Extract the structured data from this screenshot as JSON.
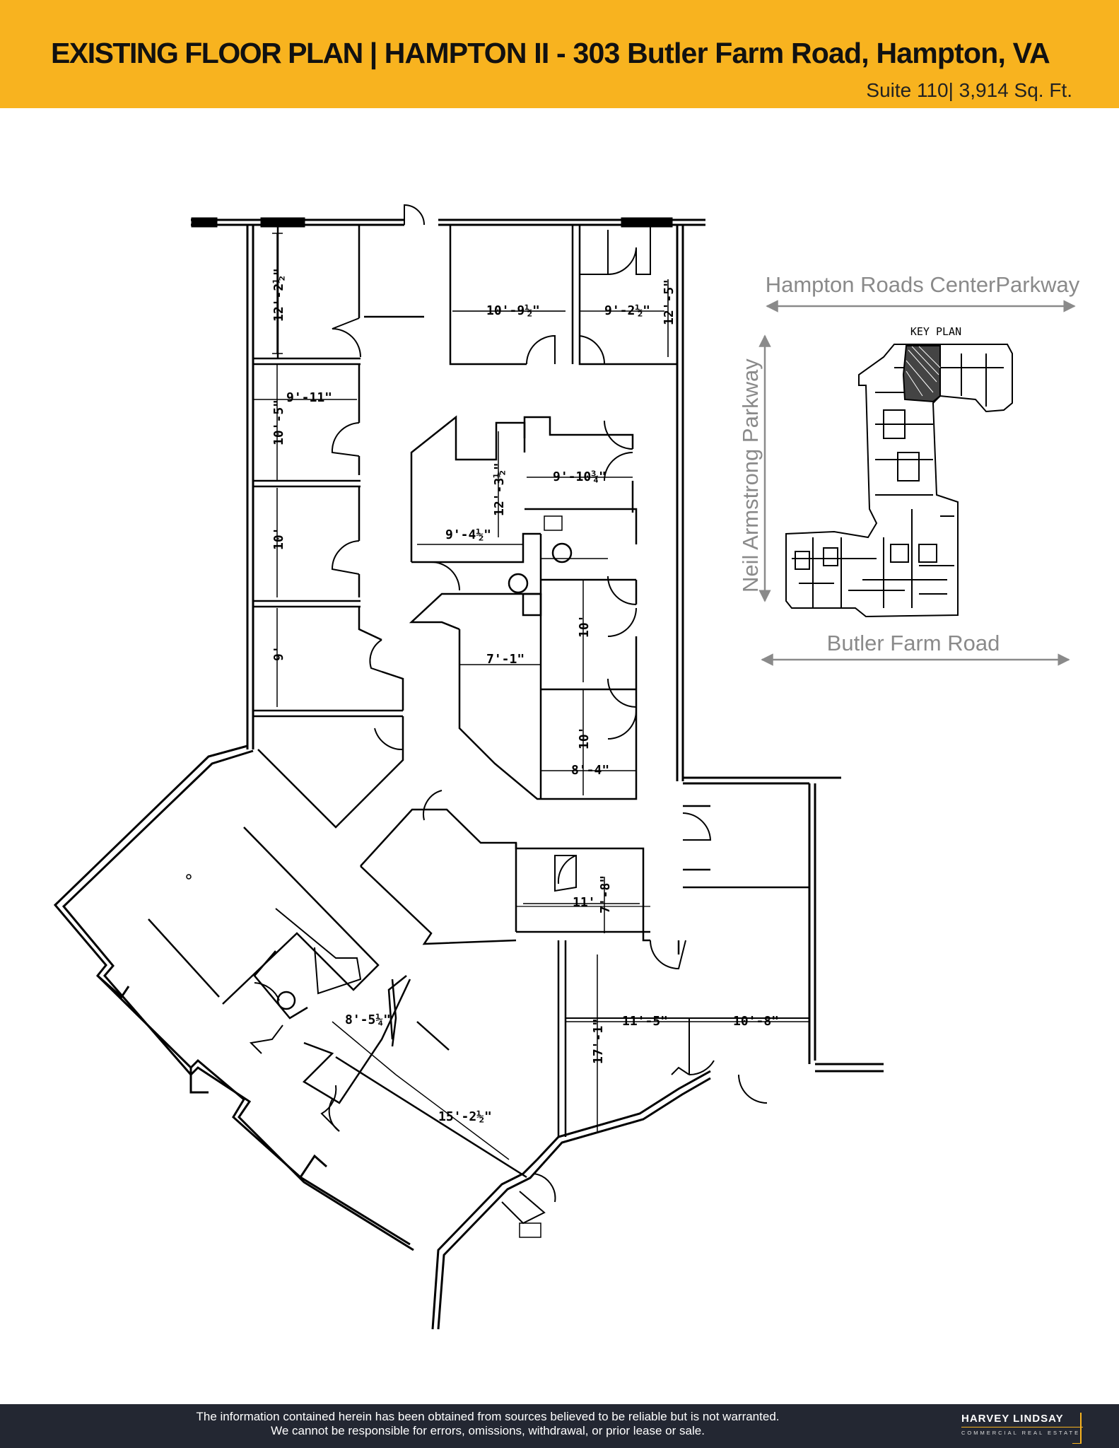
{
  "header": {
    "title": "EXISTING FLOOR PLAN",
    "separator": "|",
    "subtitle": "HAMPTON II - 303 Butler Farm Road, Hampton, VA",
    "suite_info": "Suite 110| 3,914 Sq. Ft."
  },
  "key_plan": {
    "label": "KEY PLAN",
    "road_north": "Hampton Roads CenterParkway",
    "road_west": "Neil Armstrong Parkway",
    "road_south": "Butler Farm Road"
  },
  "dimensions": [
    "12'-2½\"",
    "9'-11\"",
    "10'-5\"",
    "10'",
    "9'",
    "10'-9½\"",
    "9'-2½\"",
    "12'-5\"",
    "12'-3½\"",
    "9'-10¾\"",
    "9'-4½\"",
    "10'",
    "7'-1\"",
    "10'",
    "8'-4\"",
    "11'",
    "7'-8\"",
    "8'-5¼\"",
    "11'-5\"",
    "10'-8\"",
    "17'-1\"",
    "15'-2½\""
  ],
  "footer": {
    "disclaimer_line1": "The information contained herein has been obtained from sources believed to be reliable but is not warranted.",
    "disclaimer_line2": "We cannot be responsible for errors, omissions, withdrawal, or prior lease or sale.",
    "brand_name": "HARVEY LINDSAY",
    "brand_tagline": "COMMERCIAL REAL ESTATE"
  },
  "colors": {
    "header_bg": "#f8b31f",
    "footer_bg": "#232732",
    "wall": "#000000",
    "road_label": "#8a8a8a"
  }
}
